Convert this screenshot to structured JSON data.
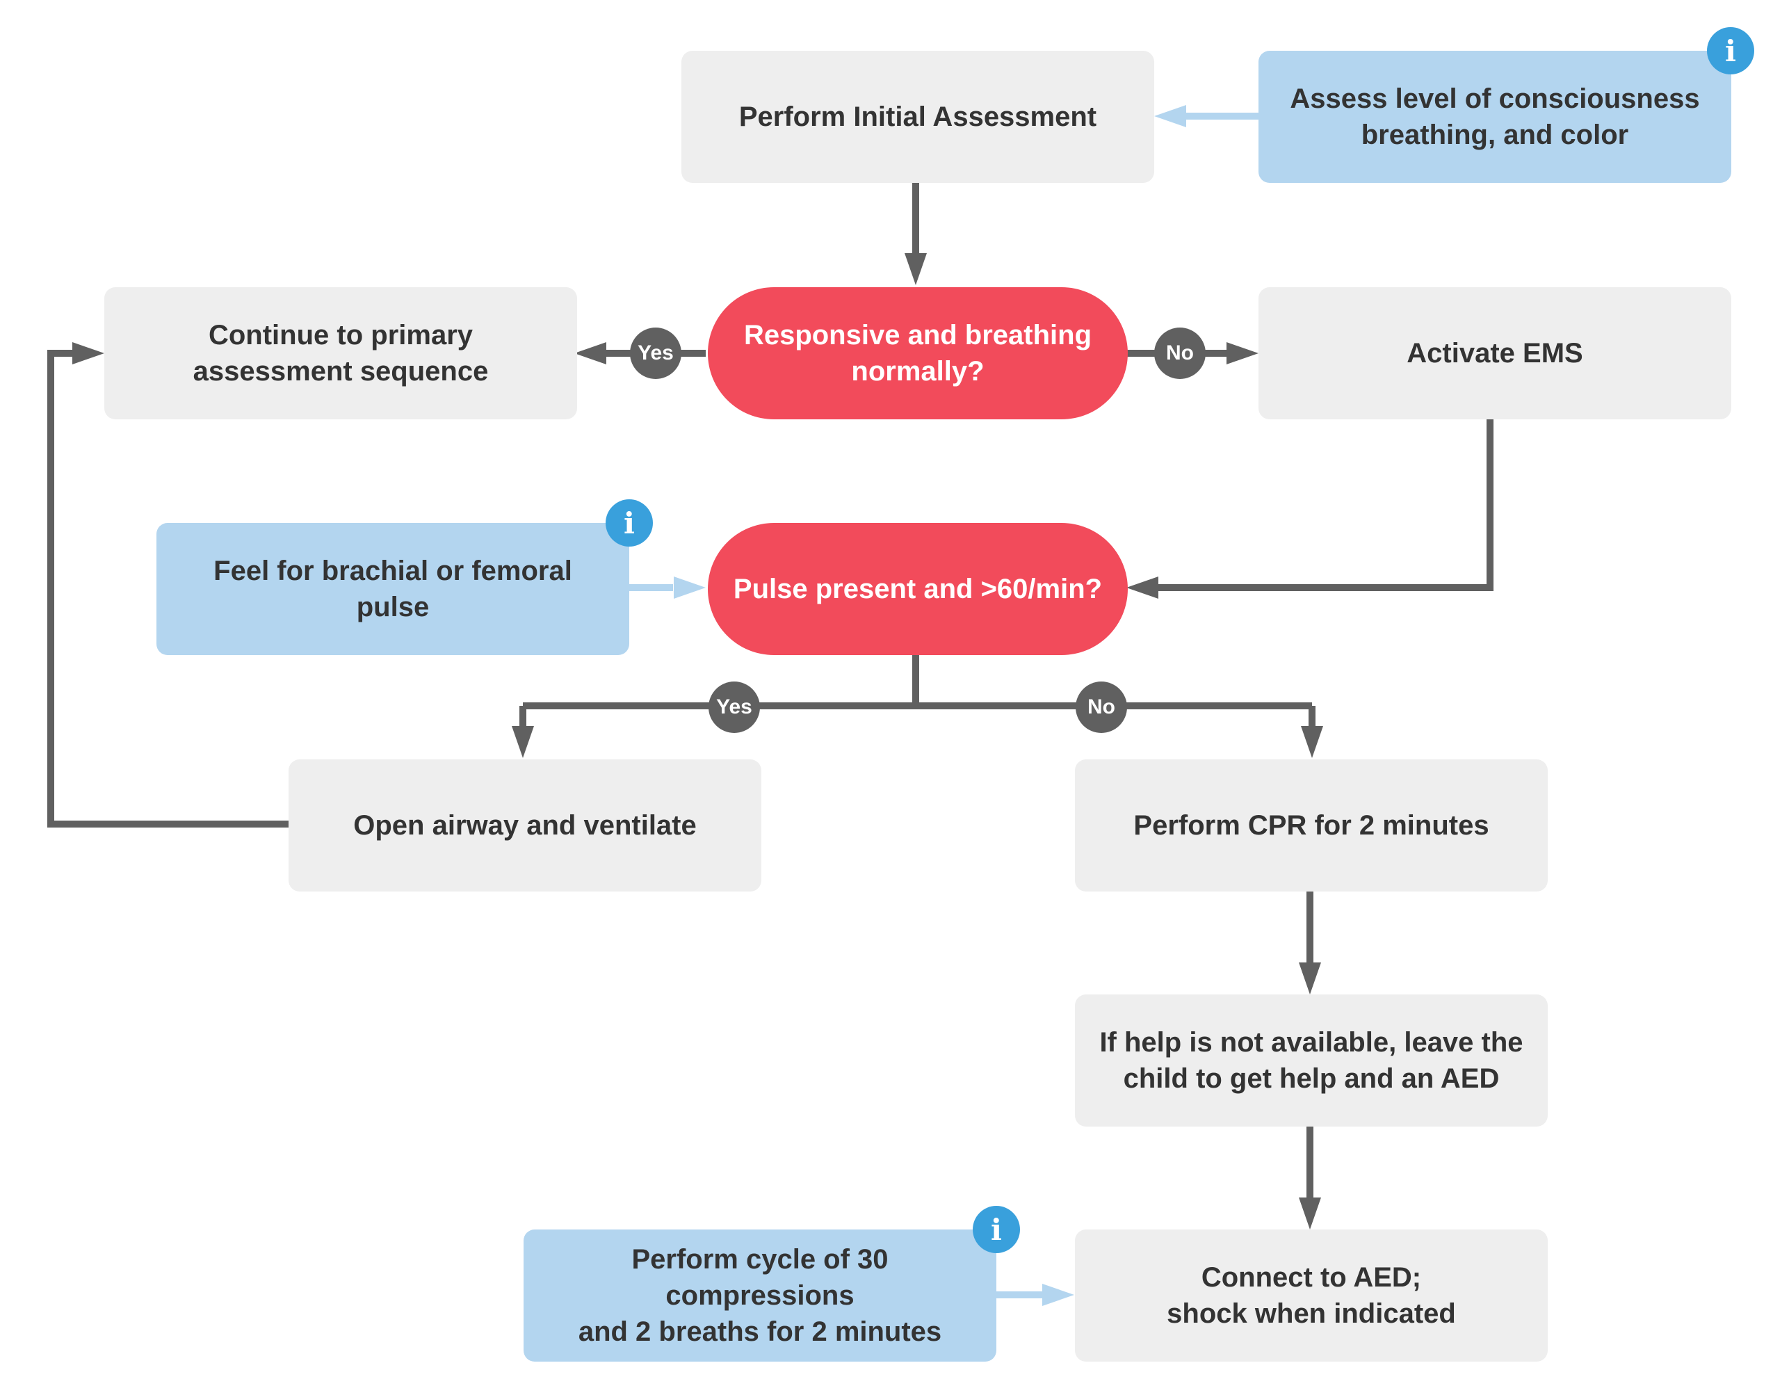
{
  "nodes": {
    "initial_assessment": "Perform Initial Assessment",
    "assess_consciousness": "Assess level of consciousness\nbreathing, and color",
    "continue_primary": "Continue to primary\nassessment sequence",
    "responsive_breathing": "Responsive and breathing\nnormally?",
    "activate_ems": "Activate EMS",
    "feel_pulse": "Feel for brachial or femoral pulse",
    "pulse_present": "Pulse present and >60/min?",
    "open_airway": "Open airway and ventilate",
    "perform_cpr": "Perform CPR for 2 minutes",
    "leave_child": "If help is not available, leave the\nchild to get help and an AED",
    "connect_aed": "Connect to AED;\nshock when indicated",
    "cycle_compressions": "Perform cycle of 30 compressions\nand 2 breaths for 2 minutes"
  },
  "branch_labels": {
    "yes": "Yes",
    "no": "No"
  },
  "info_glyph": "i",
  "colors": {
    "process": "#eeeeee",
    "info_box": "#b3d5ef",
    "decision": "#f24b5b",
    "connector": "#606060",
    "info_connector": "#b3d5ef",
    "info_icon": "#39a0dc"
  }
}
